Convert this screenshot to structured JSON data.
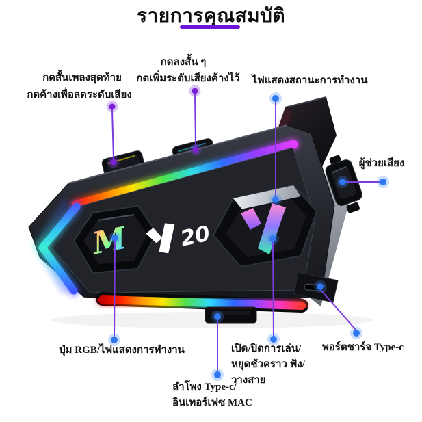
{
  "header": {
    "title": "รายการคุณสมบัติ"
  },
  "device": {
    "m_logo": "M",
    "model_number": "20"
  },
  "callouts": {
    "press_short": "กดลงสั้น ๆ",
    "short_press_last_song": "กดสั้นเพลงสุดท้าย",
    "hold_volume_up": "กดเพิ่มระดับเสียงค้างไว้",
    "status_light": "ไฟแสดงสถานะการทำงาน",
    "hold_volume_down": "กดค้างเพื่อลดระดับเสียง",
    "voice_assistant": "ผู้ช่วยเสียง",
    "rgb_button": "ปุ่ม RGB/ไฟแสดงการทำงาน",
    "play_pause_call": "เปิด/ปิดการเล่น/\nหยุดชัวคราว ฟัง/\nวางสาย",
    "charge_port": "พอร์ตชาร์จ Type-c",
    "speaker_interface": "ลำโพง Type-c/\nอินเทอร์เฟซ MAC"
  },
  "colors": {
    "title_underline": "#6a15d8",
    "callout_line": "#7b3ce0",
    "callout_dot_purple": "#7d1fd3",
    "callout_dot_blue": "#2f78f2",
    "device_body": "#22242a",
    "background": "#ffffff"
  }
}
